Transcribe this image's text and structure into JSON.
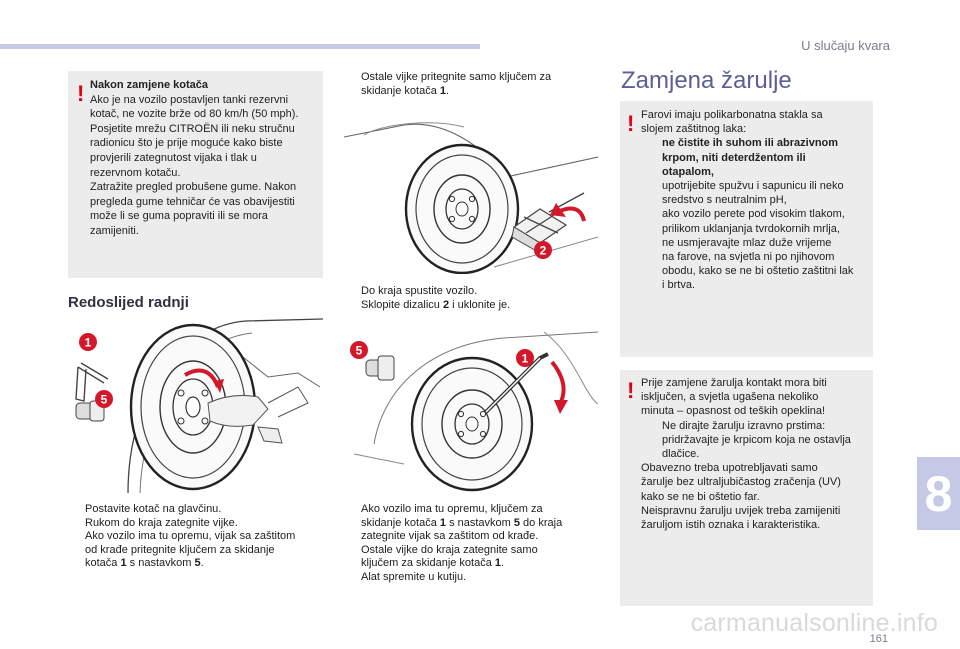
{
  "header": {
    "section": "U slučaju kvara",
    "chapter": "8",
    "page": "161"
  },
  "watermark": "carmanualsonline.info",
  "warning1": {
    "title": "Nakon zamjene kotača",
    "lines": [
      "Ako je na vozilo postavljen tanki rezervni",
      "kotač, ne vozite brže od 80 km/h (50 mph).",
      "Posjetite mrežu CITROËN ili neku stručnu",
      "radionicu što je prije moguće kako biste",
      "provjerili zategnutost vijaka i tlak u",
      "rezervnom kotaču.",
      "Zatražite pregled probušene gume. Nakon",
      "pregleda gume tehničar će vas obavijestiti",
      "može li se guma popraviti ili se mora",
      "zamijeniti."
    ]
  },
  "procedure": {
    "title": "Redoslijed radnji",
    "steps_left": [
      "Postavite kotač na glavčinu.",
      "Rukom do kraja zategnite vijke.",
      {
        "a": "Ako vozilo ima tu opremu, vijak sa zaštitom",
        "b": "od krađe pritegnite ključem za skidanje",
        "c": "kotača ",
        "n": "1",
        "d": " s nastavkom ",
        "m": "5",
        "e": "."
      }
    ],
    "steps_mid_top": {
      "a": "Ostale vijke pritegnite samo ključem za",
      "b": "skidanje kotača ",
      "n": "1",
      "c": "."
    },
    "steps_mid_middle": [
      "Do kraja spustite vozilo.",
      {
        "a": "Sklopite dizalicu ",
        "n": "2",
        "b": " i uklonite je."
      }
    ],
    "steps_mid_bottom": [
      {
        "a": "Ako vozilo ima tu opremu, ključem za",
        "b": "skidanje kotača ",
        "n": "1",
        "c": " s nastavkom ",
        "m": "5",
        "d": " do kraja",
        "e": "zategnite vijak sa zaštitom od krađe."
      },
      {
        "a": "Ostale vijke do kraja zategnite samo",
        "b": "ključem za skidanje kotača ",
        "n": "1",
        "c": "."
      },
      "Alat spremite u kutiju."
    ],
    "bullet_glyph": ""
  },
  "bulbs": {
    "title": "Zamjena žarulje",
    "warning2": {
      "intro1": "Farovi imaju polikarbonatna stakla sa",
      "intro2": "slojem zaštitnog laka:",
      "b1": [
        "ne čistite ih suhom ili abrazivnom",
        "krpom, niti deterdžentom ili",
        "otapalom,"
      ],
      "b2": [
        "upotrijebite spužvu i sapunicu ili neko",
        "sredstvo s neutralnim pH,"
      ],
      "b3": [
        "ako vozilo perete pod visokim tlakom,",
        "prilikom uklanjanja tvrdokornih mrlja,",
        "ne usmjeravajte mlaz duže vrijeme",
        "na farove, na svjetla ni po njihovom",
        "obodu, kako se ne bi oštetio zaštitni lak",
        "i brtva."
      ]
    },
    "warning3": {
      "l1": [
        "Prije zamjene žarulja kontakt mora biti",
        "isključen, a svjetla ugašena nekoliko",
        "minuta – opasnost od teških opeklina!"
      ],
      "b1": [
        "Ne dirajte žarulju izravno prstima:",
        "pridržavajte je krpicom koja ne ostavlja",
        "dlačice."
      ],
      "l2": [
        "Obavezno treba upotrebljavati samo",
        "žarulje bez ultraljubičastog zračenja (UV)",
        "kako se ne bi oštetio far.",
        "Neispravnu žarulju uvijek treba zamijeniti",
        "žaruljom istih oznaka i karakteristika."
      ]
    }
  },
  "warn_glyph": "!",
  "labels": {
    "one": "1",
    "two": "2",
    "five": "5"
  },
  "colors": {
    "accent": "#5b5f96",
    "warning": "#e3001b",
    "label_red": "#d4182b",
    "box": "#ececec",
    "tab": "#c6c9e6"
  }
}
